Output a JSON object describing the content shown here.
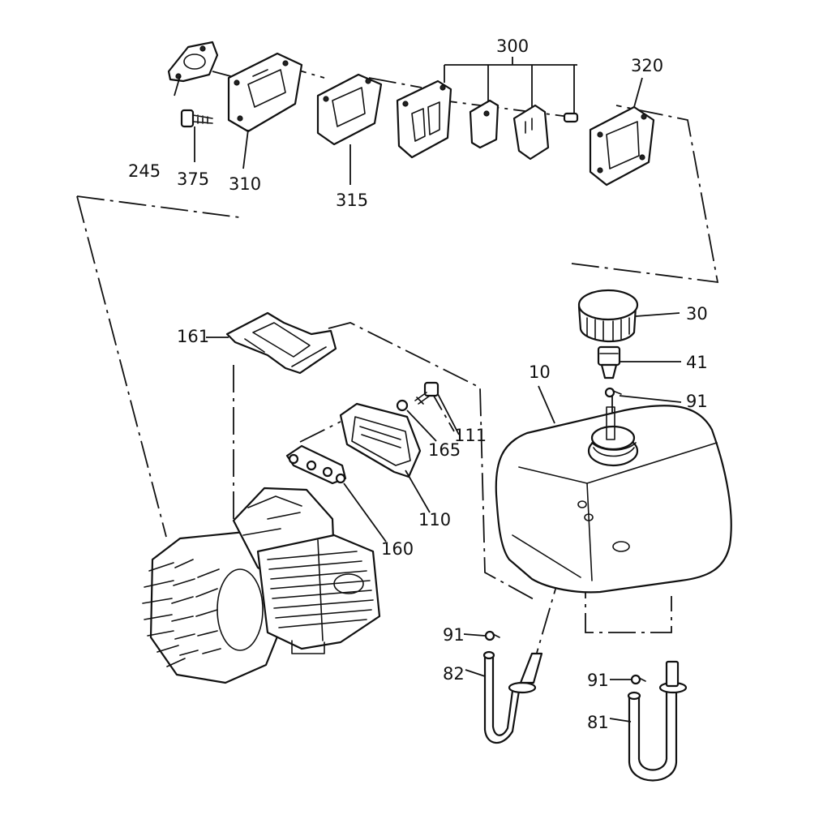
{
  "callouts": {
    "c300": "300",
    "c320": "320",
    "c245": "245",
    "c375": "375",
    "c310": "310",
    "c315": "315",
    "c30": "30",
    "c161": "161",
    "c10": "10",
    "c41": "41",
    "c91a": "91",
    "c111": "111",
    "c165": "165",
    "c110": "110",
    "c160": "160",
    "c91b": "91",
    "c82": "82",
    "c91c": "91",
    "c81": "81"
  },
  "icons": {
    "engine": "engine-icon",
    "fuel_tank": "fuel-tank-icon",
    "fuel_cap": "fuel-cap-icon",
    "fuel_filter": "fuel-filter-icon",
    "fuel_hose": "fuel-hose-icon",
    "reed_valve": "reed-valve-icon",
    "gasket": "gasket-icon",
    "insulator": "insulator-icon",
    "bolt": "bolt-icon",
    "clip": "hose-clip-icon",
    "bracket": "bracket-icon",
    "cover": "cover-icon"
  },
  "colors": {
    "line": "#111111",
    "background": "#ffffff"
  }
}
